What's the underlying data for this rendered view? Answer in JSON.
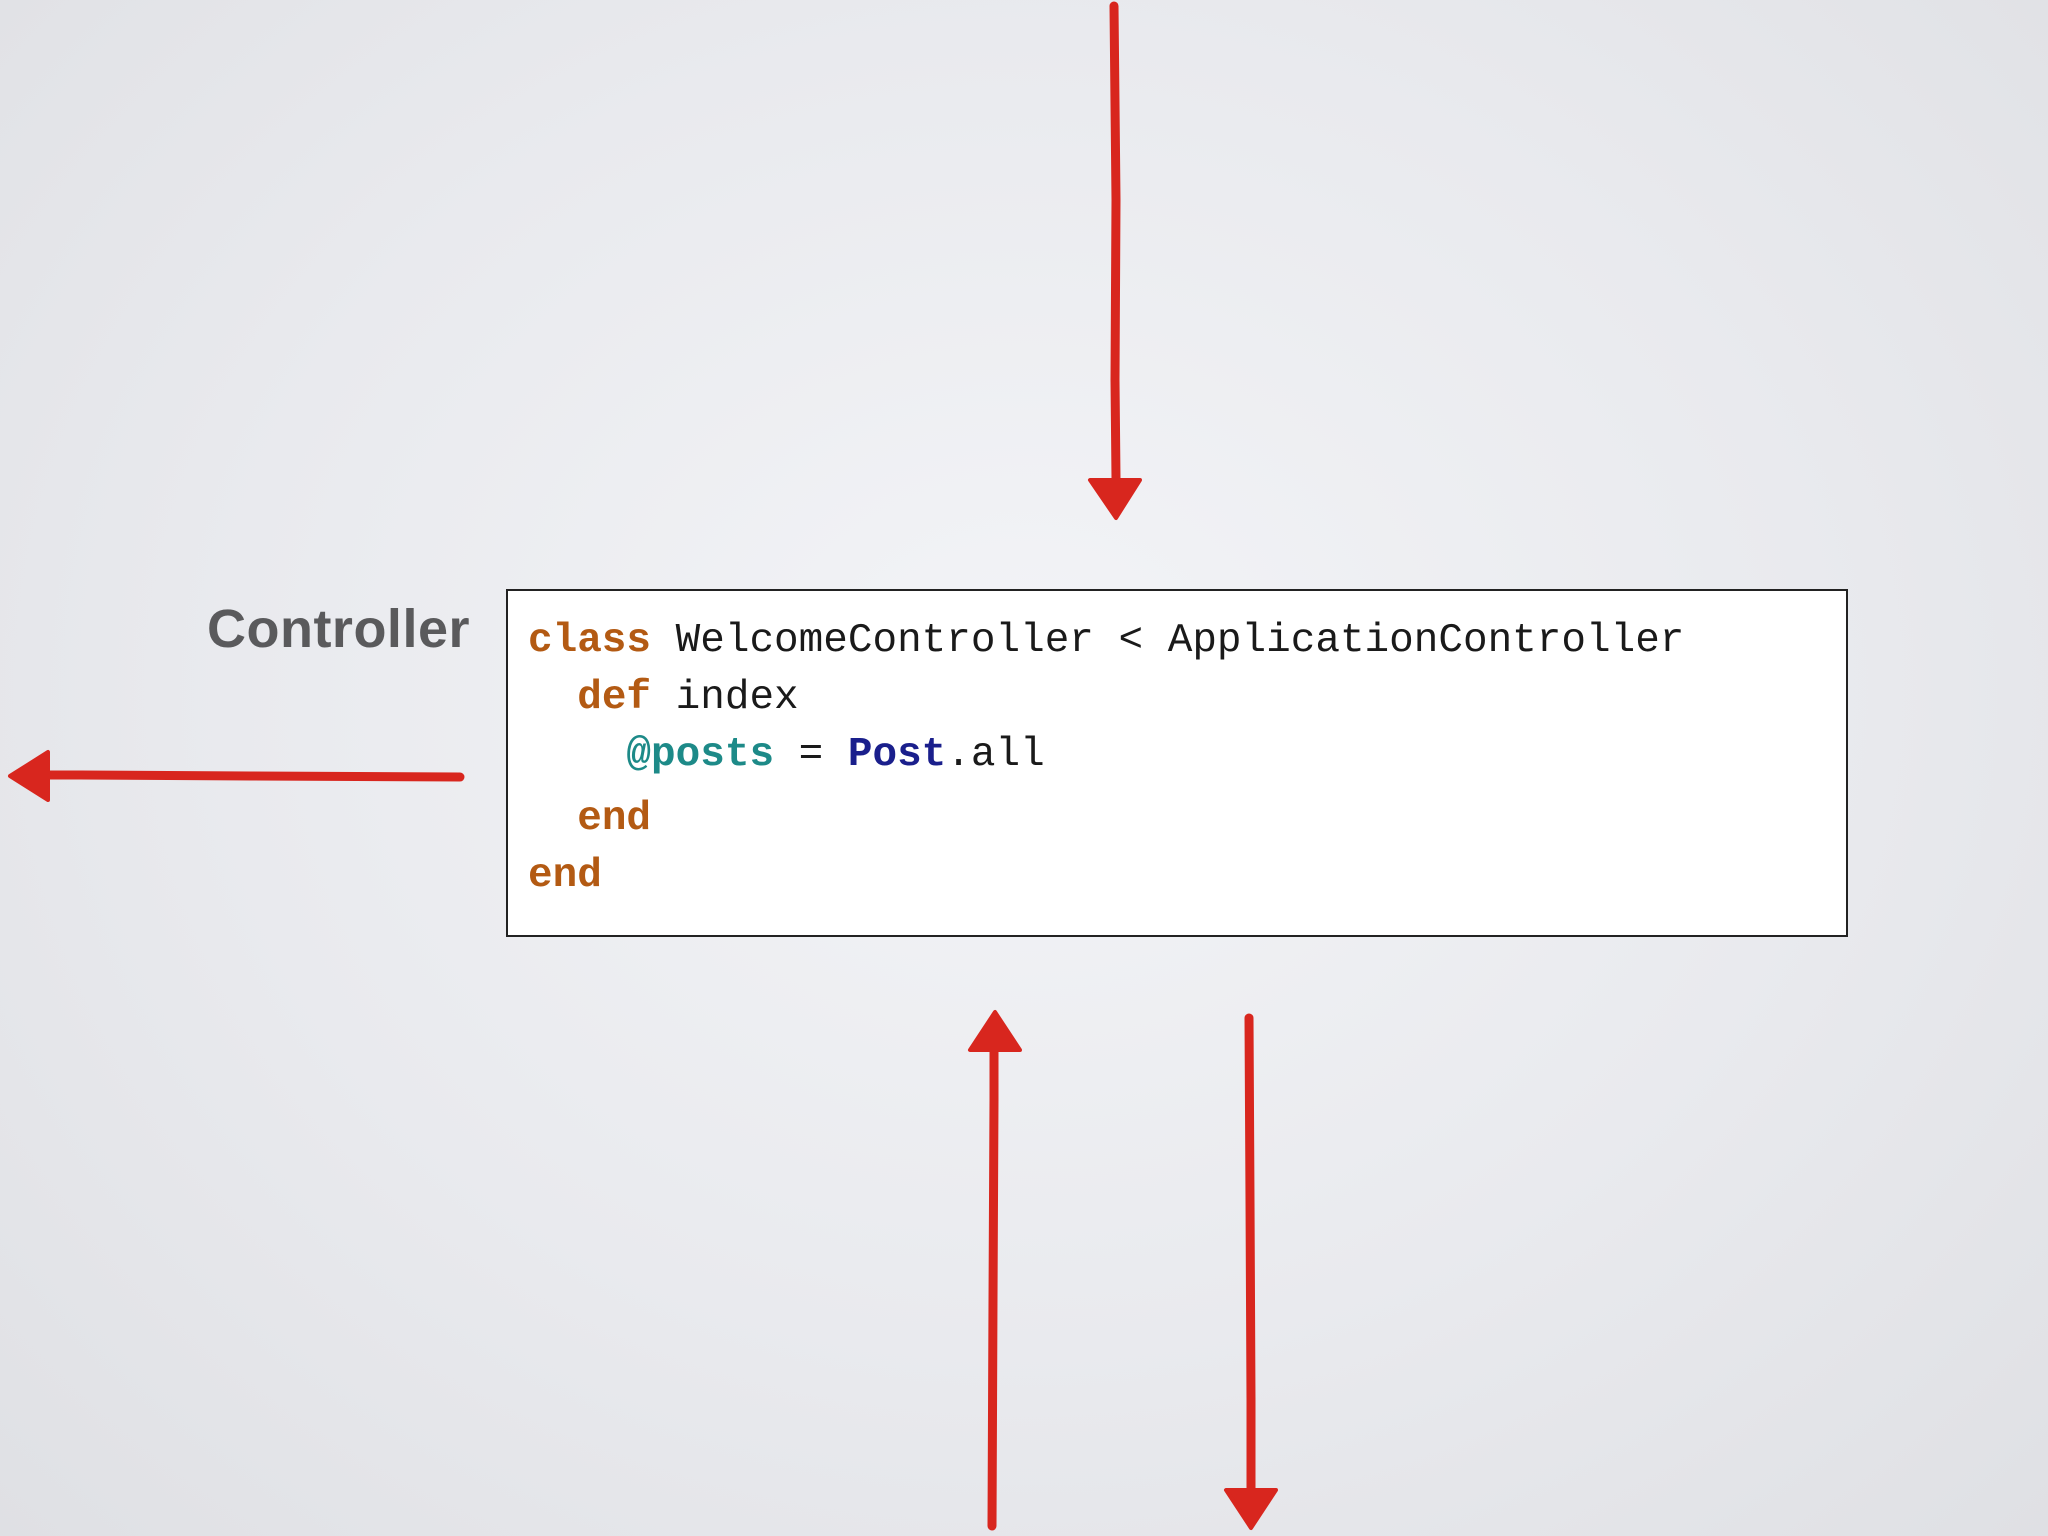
{
  "diagram": {
    "label": "Controller",
    "code_lines": [
      [
        {
          "t": "kw",
          "v": "class"
        },
        {
          "t": "plain",
          "v": " WelcomeController < ApplicationController"
        }
      ],
      [
        {
          "t": "plain",
          "v": "  "
        },
        {
          "t": "kw",
          "v": "def"
        },
        {
          "t": "plain",
          "v": " index"
        }
      ],
      [
        {
          "t": "plain",
          "v": "    "
        },
        {
          "t": "ivar",
          "v": "@posts"
        },
        {
          "t": "plain",
          "v": " = "
        },
        {
          "t": "const",
          "v": "Post"
        },
        {
          "t": "plain",
          "v": ".all"
        }
      ],
      [
        {
          "t": "plain",
          "v": "  "
        },
        {
          "t": "kw",
          "v": "end"
        }
      ],
      [
        {
          "t": "kw",
          "v": "end"
        }
      ]
    ],
    "arrow_color": "#d8261e",
    "arrows": [
      {
        "name": "top-down-arrow",
        "direction": "down"
      },
      {
        "name": "left-arrow",
        "direction": "left"
      },
      {
        "name": "bottom-up-arrow",
        "direction": "up"
      },
      {
        "name": "bottom-down-arrow",
        "direction": "down"
      }
    ]
  }
}
